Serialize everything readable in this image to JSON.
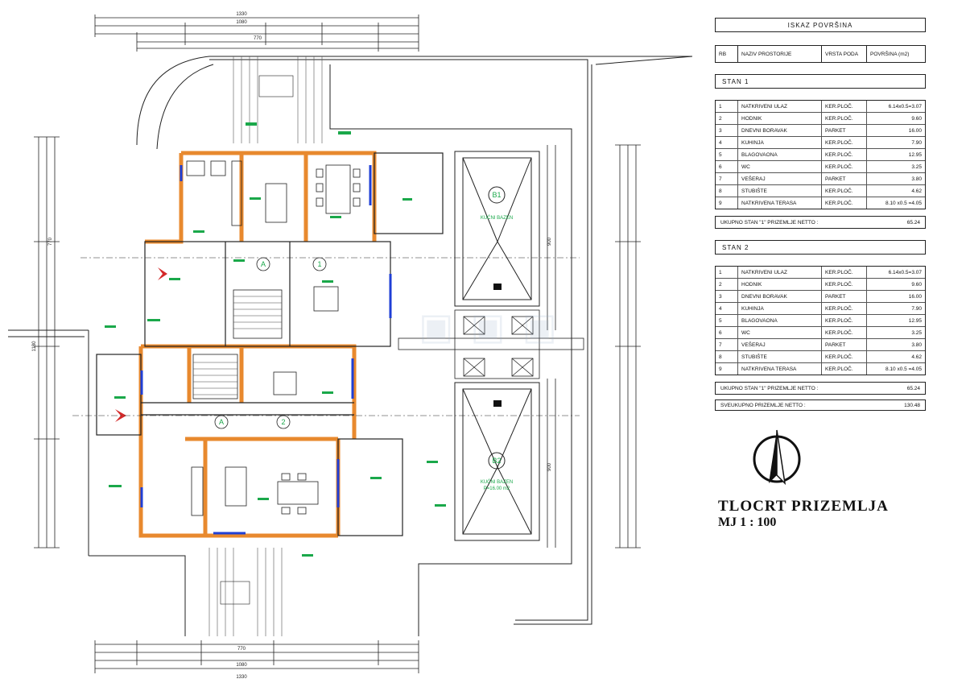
{
  "table": {
    "title": "ISKAZ POVRŠINA",
    "columns": [
      "RB",
      "NAZIV PROSTORIJE",
      "VRSTA PODA",
      "POVRŠINA (m2)"
    ],
    "sections": [
      {
        "name": "STAN 1",
        "rows": [
          [
            "1",
            "NATKRIVENI ULAZ",
            "KER.PLOČ.",
            "6.14x0.5=3.07"
          ],
          [
            "2",
            "HODNIK",
            "KER.PLOČ.",
            "9.60"
          ],
          [
            "3",
            "DNEVNI BORAVAK",
            "PARKET",
            "16.00"
          ],
          [
            "4",
            "KUHINJA",
            "KER.PLOČ.",
            "7.90"
          ],
          [
            "5",
            "BLAGOVAONA",
            "KER.PLOČ.",
            "12.95"
          ],
          [
            "6",
            "WC",
            "KER.PLOČ.",
            "3.25"
          ],
          [
            "7",
            "VEŠERAJ",
            "PARKET",
            "3.80"
          ],
          [
            "8",
            "STUBIŠTE",
            "KER.PLOČ.",
            "4.62"
          ],
          [
            "9",
            "NATKRIVENA TERASA",
            "KER.PLOČ.",
            "8.10 x0.5 =4.05"
          ]
        ],
        "total_label": "UKUPNO STAN \"1\" PRIZEMLJE NETTO :",
        "total_value": "65.24"
      },
      {
        "name": "STAN 2",
        "rows": [
          [
            "1",
            "NATKRIVENI ULAZ",
            "KER.PLOČ.",
            "6.14x0.5=3.07"
          ],
          [
            "2",
            "HODNIK",
            "KER.PLOČ.",
            "9.60"
          ],
          [
            "3",
            "DNEVNI BORAVAK",
            "PARKET",
            "16.00"
          ],
          [
            "4",
            "KUHINJA",
            "KER.PLOČ.",
            "7.90"
          ],
          [
            "5",
            "BLAGOVAONA",
            "KER.PLOČ.",
            "12.95"
          ],
          [
            "6",
            "WC",
            "KER.PLOČ.",
            "3.25"
          ],
          [
            "7",
            "VEŠERAJ",
            "PARKET",
            "3.80"
          ],
          [
            "8",
            "STUBIŠTE",
            "KER.PLOČ.",
            "4.62"
          ],
          [
            "9",
            "NATKRIVENA TERASA",
            "KER.PLOČ.",
            "8.10 x0.5 =4.05"
          ]
        ],
        "total_label": "UKUPNO STAN \"1\" PRIZEMLJE NETTO :",
        "total_value": "65.24"
      }
    ],
    "grand_label": "SVEUKUPNO PRIZEMLJE NETTO :",
    "grand_value": "130.48"
  },
  "drawing": {
    "title": "TLOCRT PRIZEMLJA",
    "scale": "MJ 1 : 100",
    "pool_1_id": "B1",
    "pool_1_label": "KUĆNI BAZEN",
    "pool_2_id": "B2",
    "pool_2_label": "KUĆNI BAZEN",
    "pool_2_area": "P=16.00 m2",
    "room_marker_a": "A",
    "room_marker_1": "1",
    "room_marker_2": "2",
    "dim_top_total": "1330",
    "dim_top_mid": "1080",
    "dim_top_inner": "770",
    "dim_bottom_total": "1330",
    "dim_bottom_mid": "1080",
    "dim_bottom_inner": "770",
    "dim_left_total": "1180",
    "dim_left_mid": "770",
    "dim_right_1": "900",
    "dim_right_2": "900"
  },
  "colors": {
    "wall": "#e8892e",
    "window": "#1f3fd6",
    "annotation": "#1aa84a",
    "entrance": "#d42a2a",
    "line": "#222222"
  }
}
